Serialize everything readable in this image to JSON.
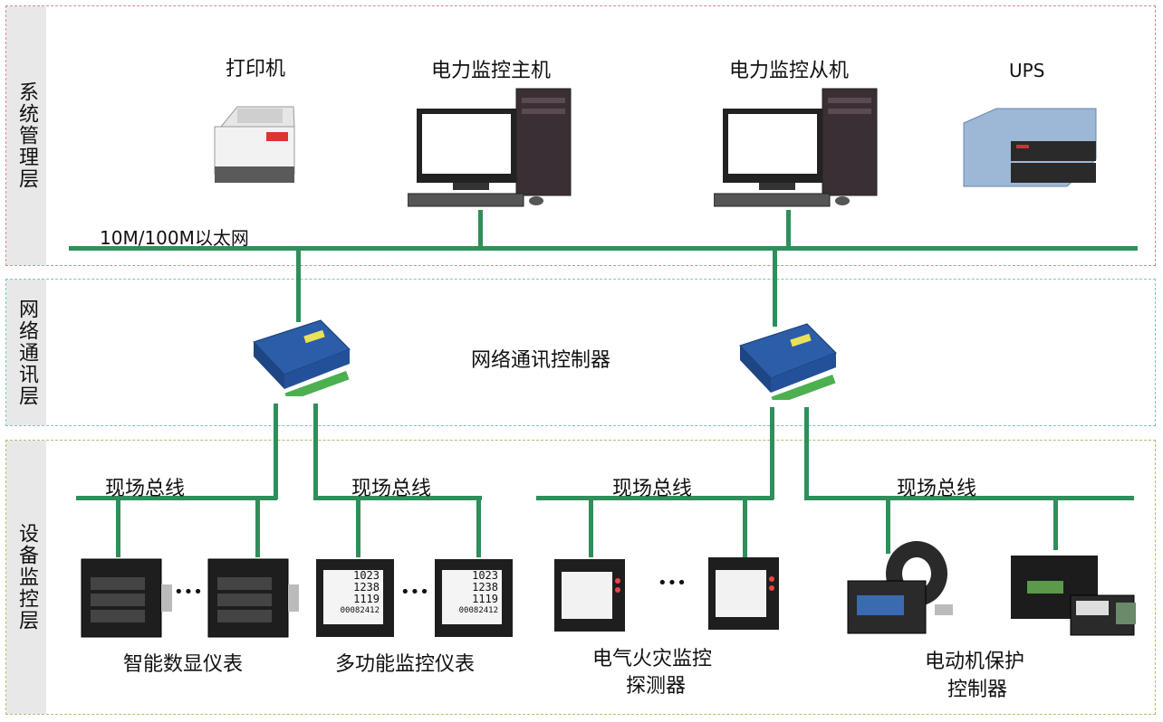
{
  "layers": {
    "management": "系统管理层",
    "network": "网络通讯层",
    "device": "设备监控层"
  },
  "devices_top": {
    "printer": "打印机",
    "main_host": "电力监控主机",
    "slave_host": "电力监控从机",
    "ups": "UPS"
  },
  "ethernet_label": "10M/100M以太网",
  "controller_label": "网络通讯控制器",
  "fieldbus_label": "现场总线",
  "device_groups": {
    "smart_meter": "智能数显仪表",
    "multi_meter": "多功能监控仪表",
    "fire_detector_line1": "电气火灾监控",
    "fire_detector_line2": "探测器",
    "motor_protector_line1": "电动机保护",
    "motor_protector_line2": "控制器"
  },
  "ellipsis": "•••",
  "meter_readings": {
    "r1": "1023",
    "r2": "1238",
    "r3": "1119",
    "r4": "00082412"
  },
  "colors": {
    "bus_green": "#2f8f5a",
    "mgmt_border": "#d98a8a",
    "net_border": "#7cc4c4",
    "dev_border": "#a9c46a"
  }
}
